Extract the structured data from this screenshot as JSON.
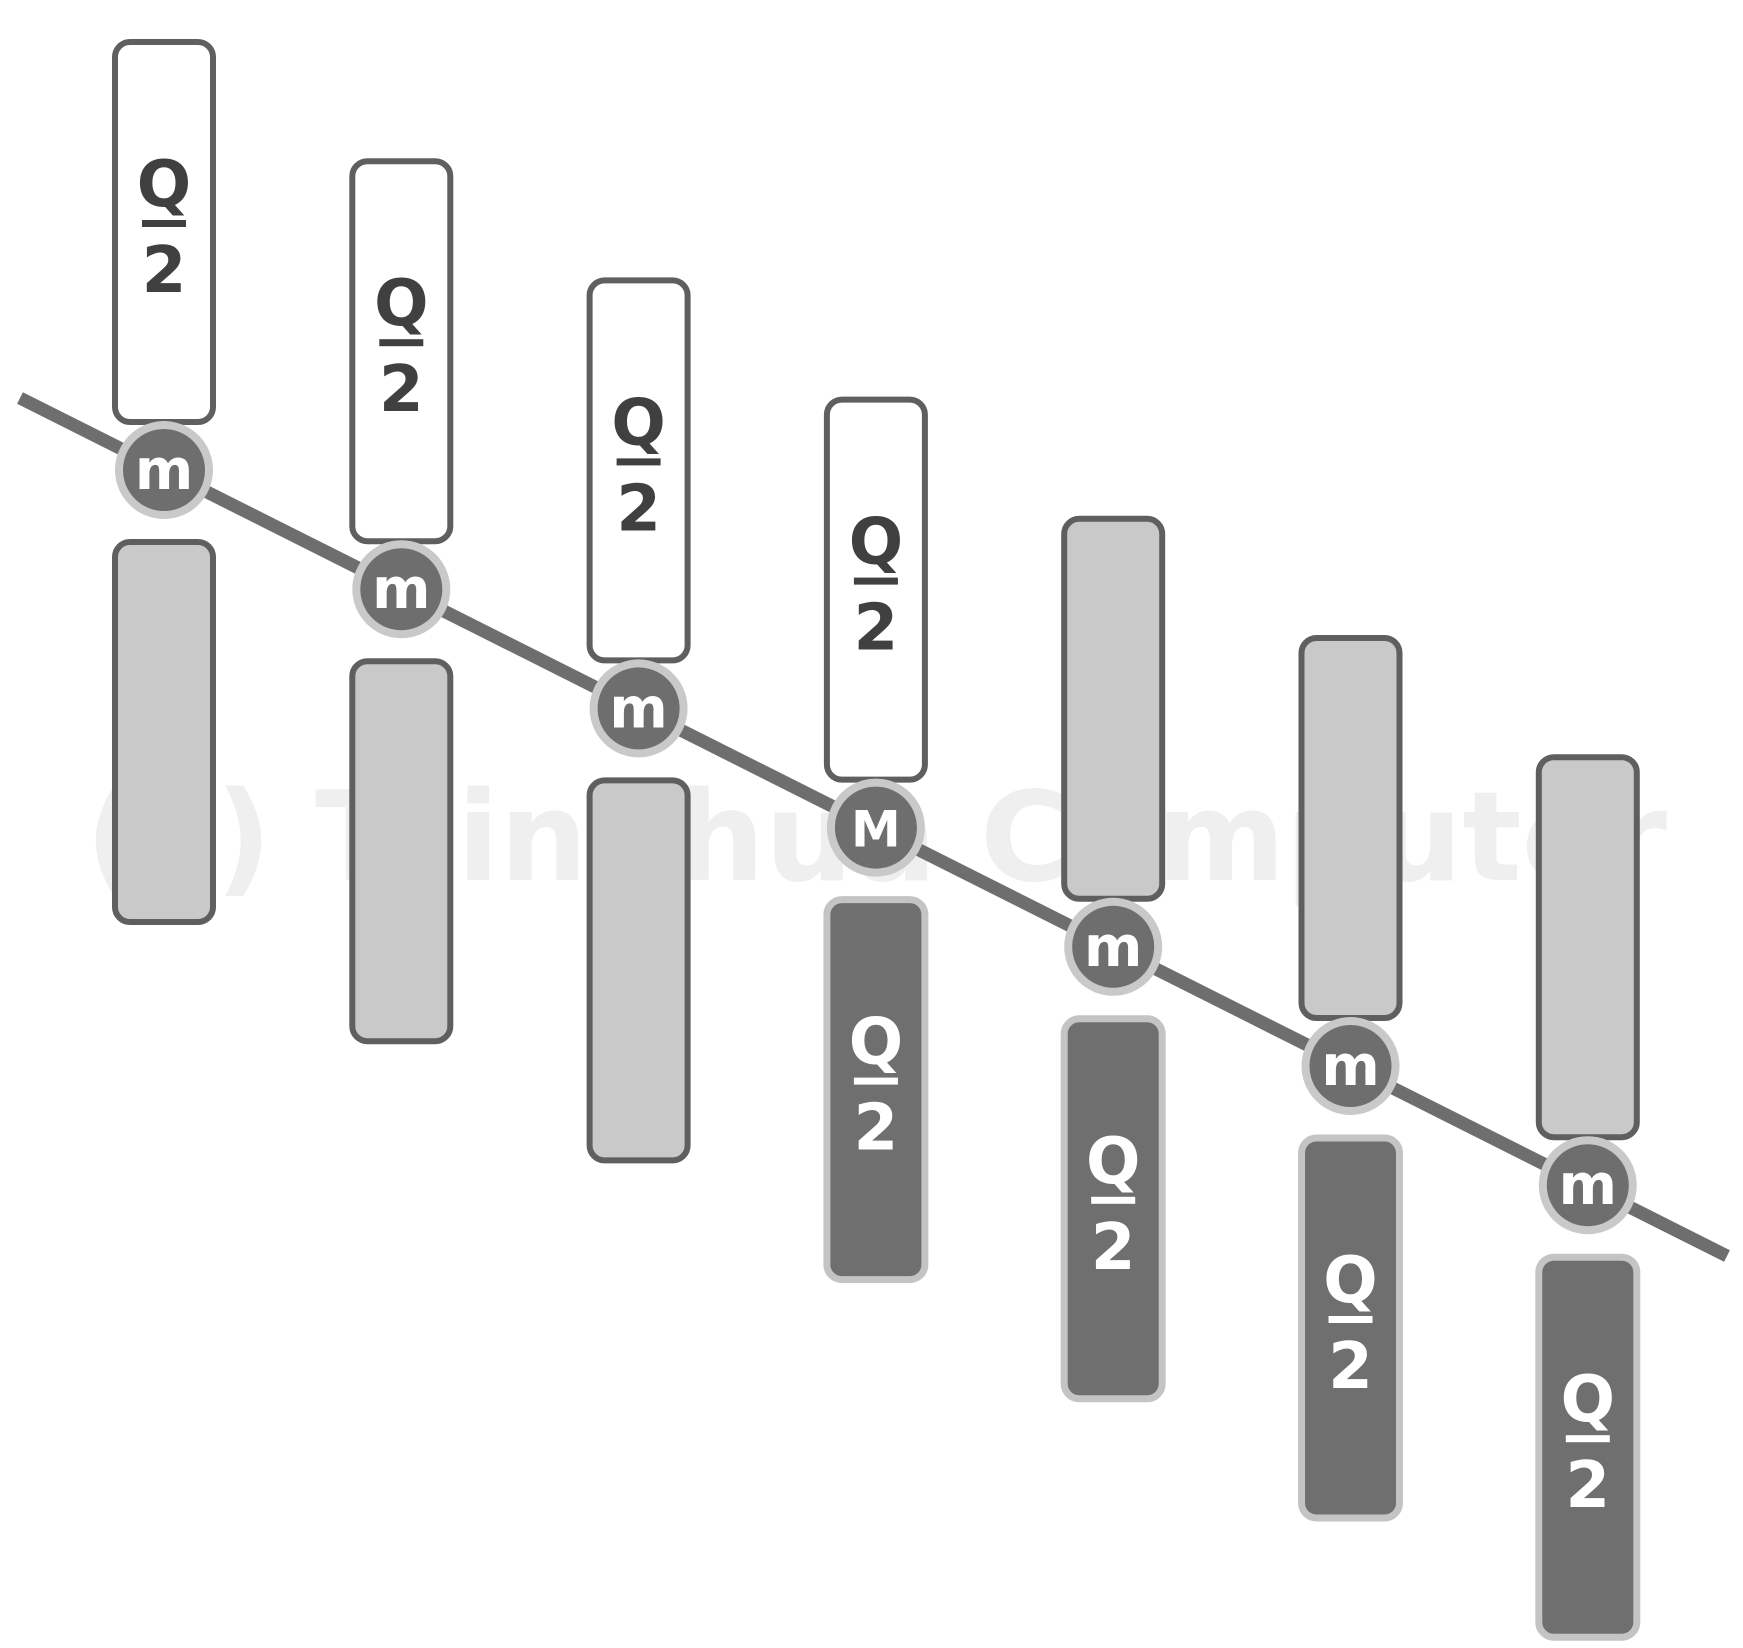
{
  "watermark": "(c) Tsinghua Computer",
  "fraction": {
    "numerator": "Q",
    "denominator": "2"
  },
  "colors": {
    "line": "#6e6e6e",
    "white_bar_fill": "#ffffff",
    "white_bar_stroke": "#5f5f5f",
    "gray_bar_fill": "#c9c9c9",
    "gray_bar_stroke": "#5f5f5f",
    "dark_bar_fill": "#6f6f6f",
    "dark_bar_stroke": "#c4c4c4",
    "bead_fill": "#6e6e6e",
    "bead_ring": "#c9c9c9",
    "dark_text": "#404040",
    "light_text": "#ffffff",
    "watermark": "#efefef"
  },
  "columns": [
    {
      "id": 1,
      "bead": "m",
      "upper": "white-charged",
      "lower": "gray-neutral"
    },
    {
      "id": 2,
      "bead": "m",
      "upper": "white-charged",
      "lower": "gray-neutral"
    },
    {
      "id": 3,
      "bead": "m",
      "upper": "white-charged",
      "lower": "gray-neutral"
    },
    {
      "id": 4,
      "bead": "M",
      "upper": "white-charged",
      "lower": "dark-charged"
    },
    {
      "id": 5,
      "bead": "m",
      "upper": "gray-neutral",
      "lower": "dark-charged"
    },
    {
      "id": 6,
      "bead": "m",
      "upper": "gray-neutral",
      "lower": "dark-charged"
    },
    {
      "id": 7,
      "bead": "m",
      "upper": "gray-neutral",
      "lower": "dark-charged"
    }
  ]
}
